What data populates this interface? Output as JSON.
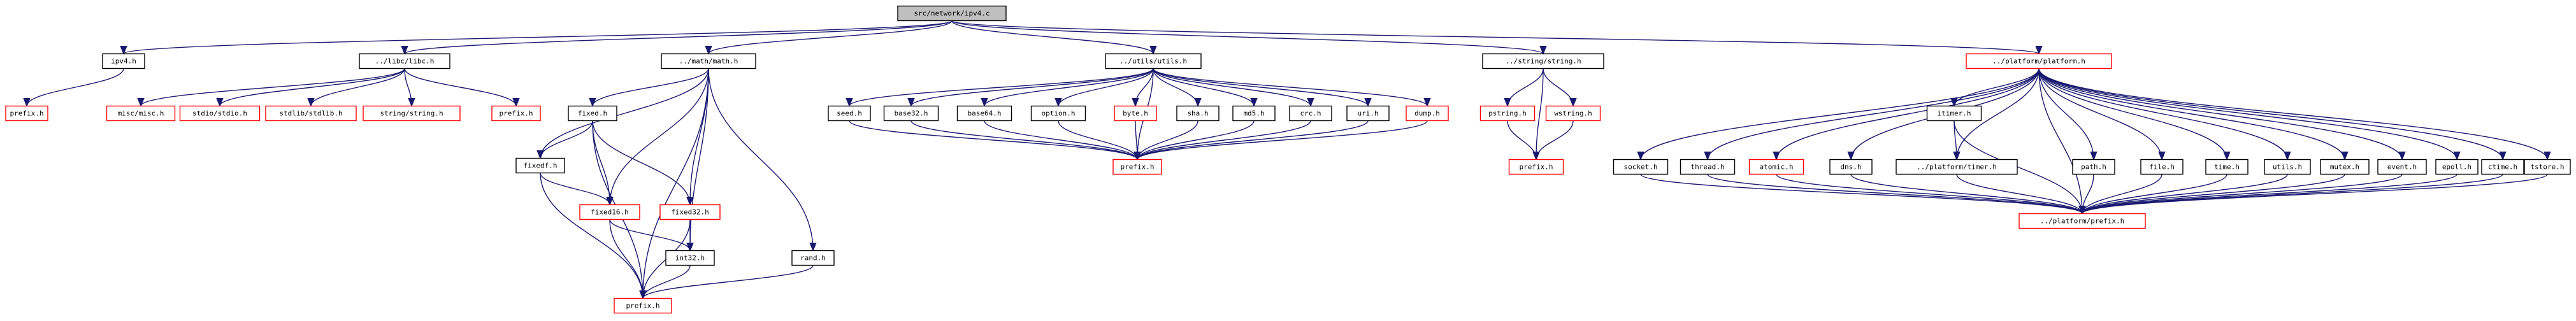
{
  "diagram": {
    "type": "include-dependency-graph",
    "colors": {
      "edge": "#191970",
      "root_fill": "#bfbfbf",
      "normal_border": "#000000",
      "missing_border": "#ff0000",
      "background": "#ffffff"
    },
    "nodes": [
      {
        "id": "root",
        "label": "src/network/ipv4.c",
        "kind": "root"
      },
      {
        "id": "ipv4h",
        "label": "ipv4.h",
        "kind": "normal"
      },
      {
        "id": "prefix_a",
        "label": "prefix.h",
        "kind": "missing"
      },
      {
        "id": "libc",
        "label": "../libc/libc.h",
        "kind": "normal"
      },
      {
        "id": "miscmisc",
        "label": "misc/misc.h",
        "kind": "missing"
      },
      {
        "id": "stdio",
        "label": "stdio/stdio.h",
        "kind": "missing"
      },
      {
        "id": "stdlib",
        "label": "stdlib/stdlib.h",
        "kind": "missing"
      },
      {
        "id": "stringstring",
        "label": "string/string.h",
        "kind": "missing"
      },
      {
        "id": "prefix_b",
        "label": "prefix.h",
        "kind": "missing"
      },
      {
        "id": "math",
        "label": "../math/math.h",
        "kind": "normal"
      },
      {
        "id": "fixed",
        "label": "fixed.h",
        "kind": "normal"
      },
      {
        "id": "fixedf",
        "label": "fixedf.h",
        "kind": "normal"
      },
      {
        "id": "fixed16",
        "label": "fixed16.h",
        "kind": "missing"
      },
      {
        "id": "fixed32",
        "label": "fixed32.h",
        "kind": "missing"
      },
      {
        "id": "int32",
        "label": "int32.h",
        "kind": "normal"
      },
      {
        "id": "rand",
        "label": "rand.h",
        "kind": "normal"
      },
      {
        "id": "prefix_math",
        "label": "prefix.h",
        "kind": "missing"
      },
      {
        "id": "utils",
        "label": "../utils/utils.h",
        "kind": "normal"
      },
      {
        "id": "seed",
        "label": "seed.h",
        "kind": "normal"
      },
      {
        "id": "base32",
        "label": "base32.h",
        "kind": "normal"
      },
      {
        "id": "base64",
        "label": "base64.h",
        "kind": "normal"
      },
      {
        "id": "option",
        "label": "option.h",
        "kind": "normal"
      },
      {
        "id": "byte",
        "label": "byte.h",
        "kind": "missing"
      },
      {
        "id": "sha",
        "label": "sha.h",
        "kind": "normal"
      },
      {
        "id": "md5",
        "label": "md5.h",
        "kind": "normal"
      },
      {
        "id": "crc",
        "label": "crc.h",
        "kind": "normal"
      },
      {
        "id": "uri",
        "label": "uri.h",
        "kind": "normal"
      },
      {
        "id": "dump",
        "label": "dump.h",
        "kind": "missing"
      },
      {
        "id": "prefix_utils",
        "label": "prefix.h",
        "kind": "missing"
      },
      {
        "id": "strmod",
        "label": "../string/string.h",
        "kind": "normal"
      },
      {
        "id": "pstring",
        "label": "pstring.h",
        "kind": "missing"
      },
      {
        "id": "wstring",
        "label": "wstring.h",
        "kind": "missing"
      },
      {
        "id": "prefix_string",
        "label": "prefix.h",
        "kind": "missing"
      },
      {
        "id": "platform",
        "label": "../platform/platform.h",
        "kind": "missing"
      },
      {
        "id": "socket",
        "label": "socket.h",
        "kind": "normal"
      },
      {
        "id": "thread",
        "label": "thread.h",
        "kind": "normal"
      },
      {
        "id": "atomic",
        "label": "atomic.h",
        "kind": "missing"
      },
      {
        "id": "dns",
        "label": "dns.h",
        "kind": "normal"
      },
      {
        "id": "itimer",
        "label": "itimer.h",
        "kind": "normal"
      },
      {
        "id": "ptimer",
        "label": "../platform/timer.h",
        "kind": "normal"
      },
      {
        "id": "path",
        "label": "path.h",
        "kind": "normal"
      },
      {
        "id": "file",
        "label": "file.h",
        "kind": "normal"
      },
      {
        "id": "time",
        "label": "time.h",
        "kind": "normal"
      },
      {
        "id": "utils2",
        "label": "utils.h",
        "kind": "normal"
      },
      {
        "id": "mutex",
        "label": "mutex.h",
        "kind": "normal"
      },
      {
        "id": "event",
        "label": "event.h",
        "kind": "normal"
      },
      {
        "id": "epoll",
        "label": "epoll.h",
        "kind": "normal"
      },
      {
        "id": "ctime",
        "label": "ctime.h",
        "kind": "normal"
      },
      {
        "id": "tstore",
        "label": "tstore.h",
        "kind": "normal"
      },
      {
        "id": "pprefix",
        "label": "../platform/prefix.h",
        "kind": "missing"
      }
    ],
    "edges": [
      [
        "root",
        "ipv4h"
      ],
      [
        "root",
        "libc"
      ],
      [
        "root",
        "math"
      ],
      [
        "root",
        "utils"
      ],
      [
        "root",
        "strmod"
      ],
      [
        "root",
        "platform"
      ],
      [
        "ipv4h",
        "prefix_a"
      ],
      [
        "libc",
        "miscmisc"
      ],
      [
        "libc",
        "stdio"
      ],
      [
        "libc",
        "stdlib"
      ],
      [
        "libc",
        "stringstring"
      ],
      [
        "libc",
        "prefix_b"
      ],
      [
        "math",
        "fixed"
      ],
      [
        "math",
        "fixedf"
      ],
      [
        "math",
        "fixed16"
      ],
      [
        "math",
        "fixed32"
      ],
      [
        "math",
        "int32"
      ],
      [
        "math",
        "rand"
      ],
      [
        "math",
        "prefix_math"
      ],
      [
        "fixed",
        "fixedf"
      ],
      [
        "fixed",
        "fixed16"
      ],
      [
        "fixed",
        "fixed32"
      ],
      [
        "fixed",
        "prefix_math"
      ],
      [
        "fixedf",
        "fixed16"
      ],
      [
        "fixedf",
        "prefix_math"
      ],
      [
        "fixed16",
        "int32"
      ],
      [
        "fixed16",
        "prefix_math"
      ],
      [
        "fixed32",
        "int32"
      ],
      [
        "fixed32",
        "prefix_math"
      ],
      [
        "int32",
        "prefix_math"
      ],
      [
        "rand",
        "prefix_math"
      ],
      [
        "utils",
        "seed"
      ],
      [
        "utils",
        "base32"
      ],
      [
        "utils",
        "base64"
      ],
      [
        "utils",
        "option"
      ],
      [
        "utils",
        "byte"
      ],
      [
        "utils",
        "sha"
      ],
      [
        "utils",
        "md5"
      ],
      [
        "utils",
        "crc"
      ],
      [
        "utils",
        "uri"
      ],
      [
        "utils",
        "dump"
      ],
      [
        "utils",
        "prefix_utils"
      ],
      [
        "seed",
        "prefix_utils"
      ],
      [
        "base32",
        "prefix_utils"
      ],
      [
        "base64",
        "prefix_utils"
      ],
      [
        "option",
        "prefix_utils"
      ],
      [
        "byte",
        "prefix_utils"
      ],
      [
        "sha",
        "prefix_utils"
      ],
      [
        "md5",
        "prefix_utils"
      ],
      [
        "crc",
        "prefix_utils"
      ],
      [
        "uri",
        "prefix_utils"
      ],
      [
        "dump",
        "prefix_utils"
      ],
      [
        "strmod",
        "pstring"
      ],
      [
        "strmod",
        "wstring"
      ],
      [
        "strmod",
        "prefix_string"
      ],
      [
        "pstring",
        "prefix_string"
      ],
      [
        "wstring",
        "prefix_string"
      ],
      [
        "platform",
        "socket"
      ],
      [
        "platform",
        "thread"
      ],
      [
        "platform",
        "atomic"
      ],
      [
        "platform",
        "dns"
      ],
      [
        "platform",
        "itimer"
      ],
      [
        "platform",
        "ptimer"
      ],
      [
        "platform",
        "path"
      ],
      [
        "platform",
        "file"
      ],
      [
        "platform",
        "time"
      ],
      [
        "platform",
        "utils2"
      ],
      [
        "platform",
        "mutex"
      ],
      [
        "platform",
        "event"
      ],
      [
        "platform",
        "epoll"
      ],
      [
        "platform",
        "ctime"
      ],
      [
        "platform",
        "tstore"
      ],
      [
        "platform",
        "pprefix"
      ],
      [
        "itimer",
        "ptimer"
      ],
      [
        "itimer",
        "pprefix"
      ],
      [
        "ptimer",
        "pprefix"
      ],
      [
        "socket",
        "pprefix"
      ],
      [
        "thread",
        "pprefix"
      ],
      [
        "atomic",
        "pprefix"
      ],
      [
        "dns",
        "pprefix"
      ],
      [
        "path",
        "pprefix"
      ],
      [
        "file",
        "pprefix"
      ],
      [
        "time",
        "pprefix"
      ],
      [
        "utils2",
        "pprefix"
      ],
      [
        "mutex",
        "pprefix"
      ],
      [
        "event",
        "pprefix"
      ],
      [
        "epoll",
        "pprefix"
      ],
      [
        "ctime",
        "pprefix"
      ],
      [
        "tstore",
        "pprefix"
      ]
    ]
  }
}
